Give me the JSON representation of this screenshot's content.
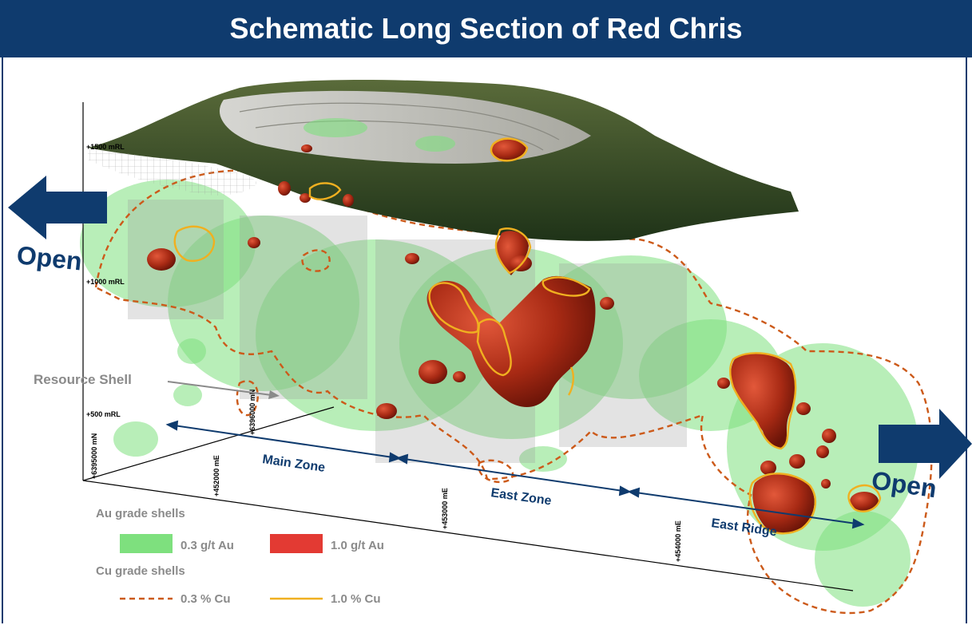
{
  "title": "Schematic Long Section of Red Chris",
  "open_left": "Open",
  "open_right": "Open",
  "resource_shell": "Resource Shell",
  "elevation_labels": [
    "+1500 mRL",
    "+1000 mRL",
    "+500 mRL"
  ],
  "northing_labels": [
    "+6395000 mN",
    "+6396000 mN"
  ],
  "easting_labels": [
    "+452000 mE",
    "+453000 mE",
    "+454000 mE"
  ],
  "zones": [
    "Main Zone",
    "East Zone",
    "East Ridge"
  ],
  "legend": {
    "au_heading": "Au grade shells",
    "au_low": "0.3 g/t Au",
    "au_high": "1.0 g/t Au",
    "cu_heading": "Cu grade shells",
    "cu_low": "0.3 % Cu",
    "cu_high": "1.0 % Cu"
  },
  "colors": {
    "title_bg": "#0f3b6e",
    "au_low": "#7ee07e",
    "au_high": "#e33a33",
    "cu_low": "#cc5a1a",
    "cu_high": "#f0b020",
    "arrow": "#0f3b6e"
  }
}
